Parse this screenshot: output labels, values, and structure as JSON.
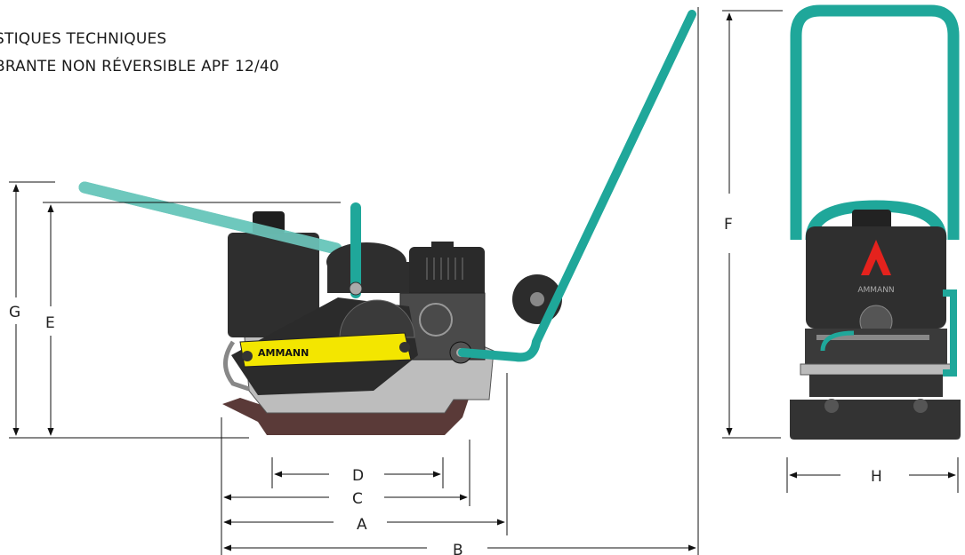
{
  "header": {
    "line1": "STIQUES TECHNIQUES",
    "line2": "BRANTE NON RÉVERSIBLE APF 12/40"
  },
  "brand": {
    "logo_text": "AMMANN",
    "plate_logo": "AMMANN",
    "accent_color": "#1fa79a",
    "red": "#e4221d",
    "yellow": "#f3e600"
  },
  "dimensions": {
    "A": "A",
    "B": "B",
    "C": "C",
    "D": "D",
    "E": "E",
    "F": "F",
    "G": "G",
    "H": "H"
  }
}
